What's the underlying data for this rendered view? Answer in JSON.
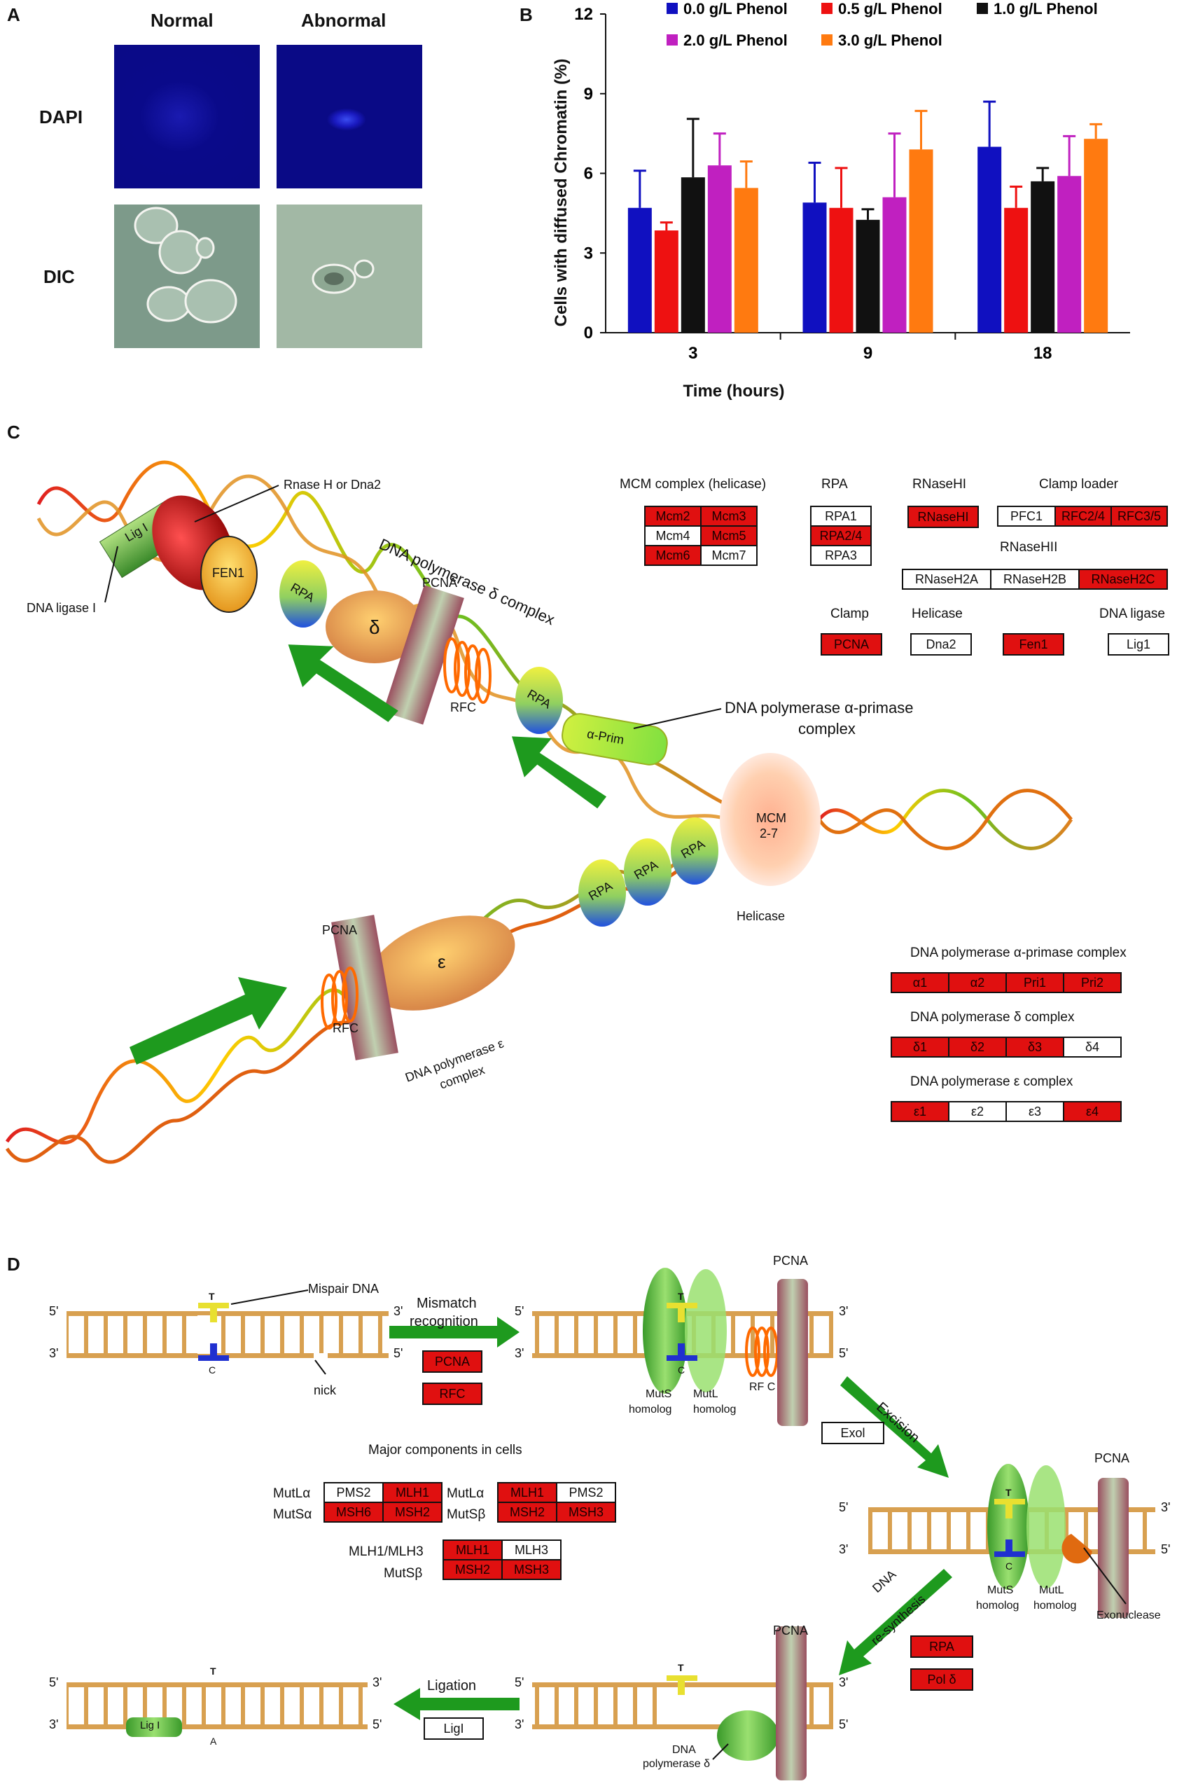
{
  "panels": {
    "a": "A",
    "b": "B",
    "c": "C",
    "d": "D"
  },
  "panel_a": {
    "col_normal": "Normal",
    "col_abnormal": "Abnormal",
    "row_dapi": "DAPI",
    "row_dic": "DIC"
  },
  "chart_data": {
    "type": "bar",
    "categories": [
      "3",
      "9",
      "18"
    ],
    "xlabel": "Time (hours)",
    "ylabel": "Cells with diffused Chromatin (%)",
    "ylim": [
      0,
      12
    ],
    "yticks": [
      0,
      3,
      6,
      9,
      12
    ],
    "legend": "top",
    "series": [
      {
        "name": "0.0 g/L  Phenol",
        "color": "#1010c0",
        "values": [
          4.7,
          4.9,
          7.0
        ],
        "errors": [
          1.4,
          1.5,
          1.7
        ]
      },
      {
        "name": "0.5 g/L  Phenol",
        "color": "#ee1111",
        "values": [
          3.85,
          4.7,
          4.7
        ],
        "errors": [
          0.3,
          1.5,
          0.8
        ]
      },
      {
        "name": "1.0 g/L  Phenol",
        "color": "#111111",
        "values": [
          5.85,
          4.25,
          5.7
        ],
        "errors": [
          2.2,
          0.4,
          0.5
        ]
      },
      {
        "name": "2.0 g/L  Phenol",
        "color": "#c020c0",
        "values": [
          6.3,
          5.1,
          5.9
        ],
        "errors": [
          1.2,
          2.4,
          1.5
        ]
      },
      {
        "name": "3.0 g/L  Phenol",
        "color": "#ff7a10",
        "values": [
          5.45,
          6.9,
          7.3
        ],
        "errors": [
          1.0,
          1.45,
          0.55
        ]
      }
    ]
  },
  "panel_c": {
    "labels": {
      "rnase_dna2": "Rnase H or Dna2",
      "dna_ligase": "DNA ligase I",
      "lig": "Lig I",
      "fen": "FEN1",
      "rpa": "RPA",
      "delta": "δ",
      "pol_delta_complex": "DNA polymerase δ complex",
      "pcna": "PCNA",
      "rfc": "RFC",
      "alpha_prim": "α-Prim",
      "pol_alpha_line1": "DNA polymerase  α-primase",
      "pol_alpha_line2": "complex",
      "mcm": "MCM",
      "mcm2": "2-7",
      "helicase": "Helicase",
      "epsilon": "ε",
      "pol_eps_line1": "DNA polymerase ε",
      "pol_eps_line2": "complex"
    },
    "headers": {
      "mcm": "MCM complex (helicase)",
      "rpa": "RPA",
      "rnaseh1": "RNaseHI",
      "clamp_loader": "Clamp loader",
      "rnaseh2": "RNaseHII",
      "clamp": "Clamp",
      "helicase": "Helicase",
      "ligase": "DNA ligase",
      "alpha": "DNA polymerase  α-primase complex",
      "delta": "DNA polymerase δ complex",
      "eps": "DNA polymerase ε complex"
    },
    "mcm": [
      [
        "Mcm2",
        "Mcm3"
      ],
      [
        "Mcm4",
        "Mcm5"
      ],
      [
        "Mcm6",
        "Mcm7"
      ]
    ],
    "rpa": [
      "RPA1",
      "RPA2/4",
      "RPA3"
    ],
    "rnaseh1": "RNaseHI",
    "clamp_loader": [
      "PFC1",
      "RFC2/4",
      "RFC3/5"
    ],
    "rnaseh2": [
      "RNaseH2A",
      "RNaseH2B",
      "RNaseH2C"
    ],
    "clamp": "PCNA",
    "helicase": "Dna2",
    "fen": "Fen1",
    "ligase": "Lig1",
    "alpha": [
      "α1",
      "α2",
      "Pri1",
      "Pri2"
    ],
    "delta_sub": [
      "δ1",
      "δ2",
      "δ3",
      "δ4"
    ],
    "eps_sub": [
      "ε1",
      "ε2",
      "ε3",
      "ε4"
    ]
  },
  "panel_d": {
    "p5": "5'",
    "p3": "3'",
    "T": "T",
    "C": "C",
    "A": "A",
    "mispair": "Mispair DNA",
    "nick": "nick",
    "mismatch_recognition_1": "Mismatch",
    "mismatch_recognition_2": "recognition",
    "pcna": "PCNA",
    "rfc": "RFC",
    "rfc_label": "RF C",
    "muts": "MutS",
    "mutl": "MutL",
    "homolog": "homolog",
    "excision": "Excision",
    "exol": "Exol",
    "major": "Major components in cells",
    "mutla": "MutLα",
    "mutsa": "MutSα",
    "mutsb": "MutSβ",
    "mlh13": "MLH1/MLH3",
    "pms2": "PMS2",
    "mlh1": "MLH1",
    "msh6": "MSH6",
    "msh2": "MSH2",
    "msh3": "MSH3",
    "mlh3": "MLH3",
    "exonuclease": "Exonuclease",
    "dna": "DNA",
    "resynthesis": "re-synthesis",
    "rpa": "RPA",
    "pol_delta": "Pol δ",
    "dna_pol_1": "DNA",
    "dna_pol_2": "polymerase δ",
    "ligation": "Ligation",
    "ligl": "LigI",
    "lig": "Lig I"
  }
}
